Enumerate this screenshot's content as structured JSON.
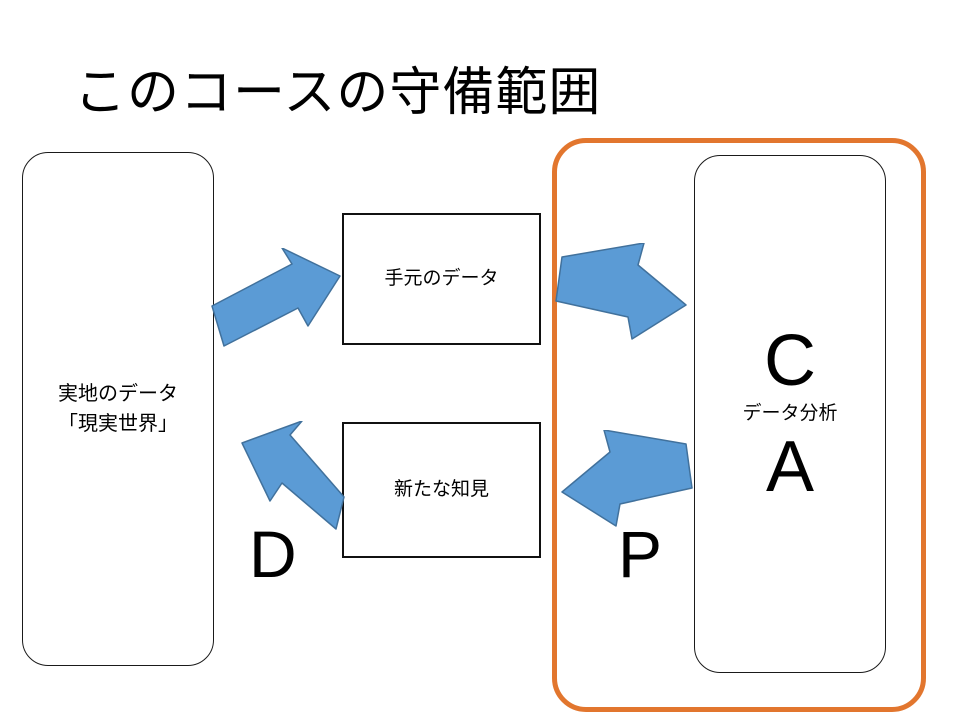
{
  "slide": {
    "title": "このコースの守備範囲",
    "background_color": "#FFFFFF"
  },
  "colors": {
    "arrow_fill": "#5B9BD5",
    "arrow_stroke": "#41719C",
    "scope_frame": "#E2762E",
    "box_border": "#111111",
    "text": "#000000"
  },
  "boxes": {
    "real_world": {
      "line1": "実地のデータ",
      "line2": "「現実世界」"
    },
    "data_at_hand": {
      "label": "手元のデータ"
    },
    "new_insight": {
      "label": "新たな知見"
    },
    "analysis": {
      "letter_top": "C",
      "subtitle": "データ分析",
      "letter_bottom": "A"
    }
  },
  "scope": {
    "frame_label": "course-scope-frame"
  },
  "pdca": {
    "d": "D",
    "p": "P"
  },
  "arrows": {
    "collect": "collect-arrow-right-up",
    "feedback": "feedback-arrow-left-up",
    "plan_in": "plan-arrow-right-down",
    "plan_out": "plan-arrow-left-down"
  }
}
